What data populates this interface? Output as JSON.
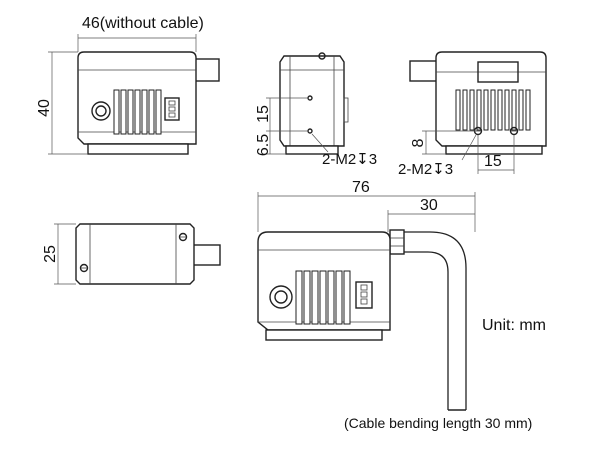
{
  "labels": {
    "width_without_cable": "46(without cable)",
    "height_40": "40",
    "side_15": "15",
    "side_6_5": "6.5",
    "side_thread": "2-M2↧3",
    "back_8": "8",
    "back_thread": "2-M2↧3",
    "back_15": "15",
    "top_25": "25",
    "length_76": "76",
    "length_30": "30",
    "unit": "Unit: mm",
    "cable_note": "(Cable bending length 30 mm)"
  }
}
